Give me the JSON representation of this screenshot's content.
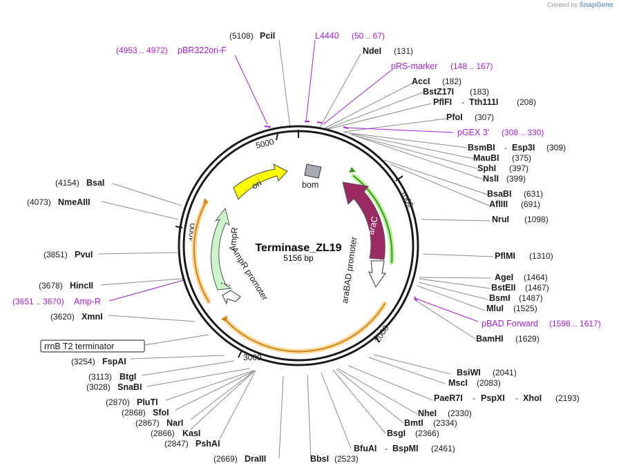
{
  "brand": {
    "created_by": "Created by",
    "product": "SnapGene"
  },
  "plasmid": {
    "name": "Terminase_ZL19",
    "length_label": "5156 bp"
  },
  "ticks": [
    "1000",
    "2000",
    "3000",
    "4000",
    "5000"
  ],
  "sites": {
    "pcii": {
      "pos": "(5108)",
      "name": "PciI"
    },
    "ndei": {
      "pos": "(131)",
      "name": "NdeI"
    },
    "acci": {
      "pos": "(182)",
      "name": "AccI"
    },
    "bstz17i": {
      "pos": "(183)",
      "name": "BstZ17I"
    },
    "pflfi": {
      "name": "PflFI",
      "sep": "-",
      "name2": "Tth111I",
      "pos": "(208)"
    },
    "pfoi": {
      "name": "PfoI",
      "pos": "(307)"
    },
    "bsmbi": {
      "name": "BsmBI",
      "sep": "-",
      "name2": "Esp3I",
      "pos": "(309)"
    },
    "maubi": {
      "name": "MauBI",
      "pos": "(375)"
    },
    "sphi": {
      "name": "SphI",
      "pos": "(397)"
    },
    "nsli": {
      "name": "NslI",
      "pos": "(399)"
    },
    "bsabi": {
      "name": "BsaBI",
      "pos": "(631)"
    },
    "aflii": {
      "name": "AflIII",
      "pos": "(691)"
    },
    "nrui": {
      "name": "NruI",
      "pos": "(1098)"
    },
    "pflmi": {
      "name": "PflMI",
      "pos": "(1310)"
    },
    "agei": {
      "name": "AgeI",
      "pos": "(1464)"
    },
    "bsteii": {
      "name": "BstEII",
      "pos": "(1467)"
    },
    "bsmi": {
      "name": "BsmI",
      "pos": "(1487)"
    },
    "mlui": {
      "name": "MluI",
      "pos": "(1525)"
    },
    "bamhi": {
      "name": "BamHI",
      "pos": "(1629)"
    },
    "bsiwi": {
      "name": "BsiWI",
      "pos": "(2041)"
    },
    "msci": {
      "name": "MscI",
      "pos": "(2083)"
    },
    "paer7i": {
      "name": "PaeR7I",
      "sep": "-",
      "name2": "PspXI",
      "sep2": "-",
      "name3": "XhoI",
      "pos": "(2193)"
    },
    "nhei": {
      "name": "NheI",
      "pos": "(2330)"
    },
    "bmti": {
      "name": "BmtI",
      "pos": "(2334)"
    },
    "bsgi": {
      "name": "BsgI",
      "pos": "(2366)"
    },
    "bfuai": {
      "name": "BfuAI",
      "sep": "-",
      "name2": "BspMI",
      "pos": "(2461)"
    },
    "bbsi": {
      "name": "BbsI",
      "pos": "(2523)"
    },
    "draiii": {
      "pos": "(2669)",
      "name": "DraIII"
    },
    "pshai": {
      "pos": "(2847)",
      "name": "PshAI"
    },
    "kasi": {
      "pos": "(2866)",
      "name": "KasI"
    },
    "nari": {
      "pos": "(2867)",
      "name": "NarI"
    },
    "sfoi": {
      "pos": "(2868)",
      "name": "SfoI"
    },
    "pluti": {
      "pos": "(2870)",
      "name": "PluTI"
    },
    "snabi": {
      "pos": "(3028)",
      "name": "SnaBI"
    },
    "btgi": {
      "pos": "(3113)",
      "name": "BtgI"
    },
    "fspai": {
      "pos": "(3254)",
      "name": "FspAI"
    },
    "xmni": {
      "pos": "(3620)",
      "name": "XmnI"
    },
    "hincii": {
      "pos": "(3678)",
      "name": "HincII"
    },
    "pvui": {
      "pos": "(3851)",
      "name": "PvuI"
    },
    "nmeaiii": {
      "pos": "(4073)",
      "name": "NmeAIII"
    },
    "bsai": {
      "pos": "(4154)",
      "name": "BsaI"
    }
  },
  "primers": {
    "pbr322ori": {
      "pos": "(4953 .. 4972)",
      "name": "pBR322ori-F"
    },
    "l4440": {
      "name": "L4440",
      "pos": "(50 .. 67)"
    },
    "prs": {
      "name": "pRS-marker",
      "pos": "(148 .. 167)"
    },
    "pgex3": {
      "name": "pGEX 3'",
      "pos": "(308 .. 330)"
    },
    "pbadfwd": {
      "name": "pBAD Forward",
      "pos": "(1598 .. 1617)"
    },
    "ampr": {
      "pos": "(3651 .. 3670)",
      "name": "Amp-R"
    }
  },
  "features": {
    "ori": "ori",
    "bom": "bom",
    "arac": "araC",
    "arabad": "araBAD promoter",
    "ampr": "AmpR",
    "ampr_promoter": "AmpR promoter",
    "rrnb": "rrnB T2 terminator"
  },
  "colors": {
    "backbone": "#1a1a1a",
    "primer": "#a61ed6",
    "ori": "#ffff00",
    "arac": "#9b2a63",
    "ampr": "#ccf5cc",
    "bom": "#a8adb3",
    "orf_highlight": "#f0b24a",
    "arac_highlight": "#7fd13b"
  }
}
